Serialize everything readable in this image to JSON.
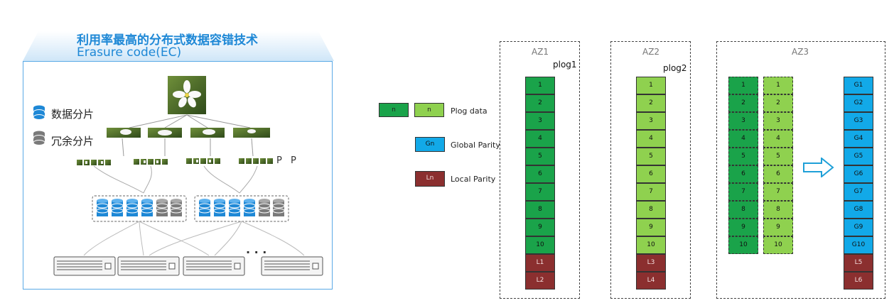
{
  "ec_panel": {
    "title_cn": "利用率最高的分布式数据容错技术",
    "title_en": "Erasure code(EC)",
    "legend": {
      "data_shard": "数据分片",
      "redundant_shard": "冗余分片"
    },
    "parity_label": "P P",
    "ellipsis": "· · ·"
  },
  "legend": {
    "plog_data_box_1": "n",
    "plog_data_box_2": "n",
    "plog_data_label": "Plog data",
    "global_parity_box": "Gn",
    "global_parity_label": "Global Parity",
    "local_parity_box": "Ln",
    "local_parity_label": "Local Parity"
  },
  "az1": {
    "title": "AZ1",
    "plog": "plog1",
    "cells": [
      "1",
      "2",
      "3",
      "4",
      "5",
      "6",
      "7",
      "8",
      "9",
      "10"
    ],
    "locals": [
      "L1",
      "L2"
    ]
  },
  "az2": {
    "title": "AZ2",
    "plog": "plog2",
    "cells": [
      "1",
      "2",
      "3",
      "4",
      "5",
      "6",
      "7",
      "8",
      "9",
      "10"
    ],
    "locals": [
      "L3",
      "L4"
    ]
  },
  "az3": {
    "title": "AZ3",
    "col1": [
      "1",
      "2",
      "3",
      "4",
      "5",
      "6",
      "7",
      "8",
      "9",
      "10"
    ],
    "col2": [
      "1",
      "2",
      "3",
      "4",
      "5",
      "6",
      "7",
      "8",
      "9",
      "10"
    ],
    "globals": [
      "G1",
      "G2",
      "G3",
      "G4",
      "G5",
      "G6",
      "G7",
      "G8",
      "G9",
      "G10"
    ],
    "locals": [
      "L5",
      "L6"
    ]
  },
  "colors": {
    "dark_green": "#1aa34a",
    "light_green": "#8fd14f",
    "blue": "#12a9e8",
    "red": "#8b2f2f",
    "accent": "#1e88d6"
  }
}
